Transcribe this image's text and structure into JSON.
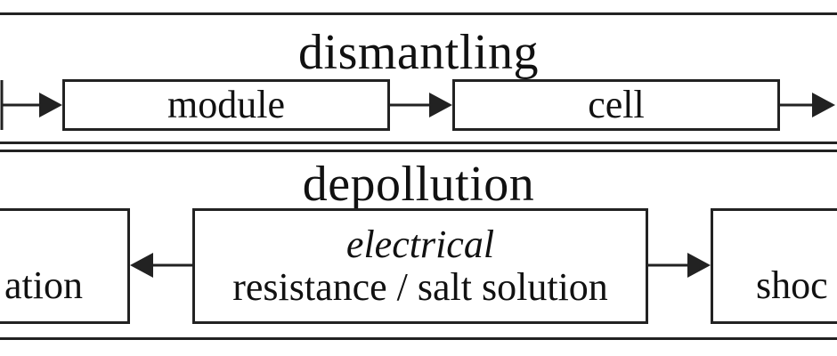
{
  "dismantling": {
    "title": "dismantling",
    "nodes": [
      {
        "label": "module"
      },
      {
        "label": "cell"
      }
    ]
  },
  "depollution": {
    "title": "depollution",
    "left_node": {
      "label": "ation"
    },
    "center_node": {
      "label_italic": "electrical",
      "label": "resistance / salt solution"
    },
    "right_node": {
      "label": "shoc"
    }
  },
  "colors": {
    "stroke": "#222222",
    "background": "#ffffff"
  }
}
